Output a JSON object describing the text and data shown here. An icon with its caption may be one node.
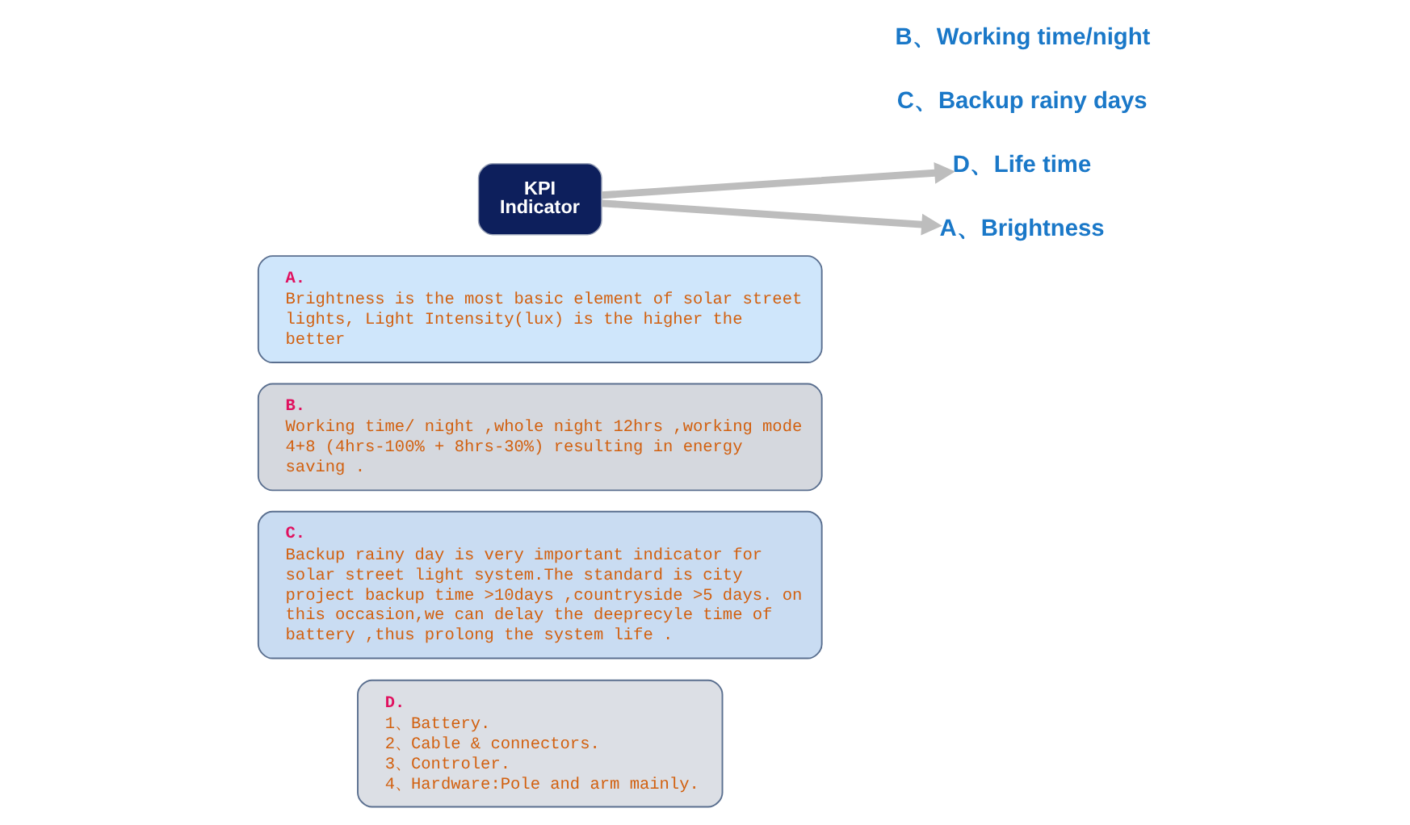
{
  "diagram": {
    "nodes": [
      {
        "text": [
          "KPI Indicator"
        ]
      },
      {
        "text": [
          "A、Brightness"
        ]
      },
      {
        "text": [
          "B、Working time/night"
        ]
      },
      {
        "text": [
          "C、Backup rainy days"
        ]
      },
      {
        "text": [
          "D、Life time"
        ]
      },
      {
        "text": [
          "A.",
          "Brightness is the most basic element of solar street lights, Light Intensity(lux) is the higher the better"
        ]
      },
      {
        "text": [
          "B.",
          "Working time/ night ,whole night 12hrs ,working mode 4+8 (4hrs-100% + 8hrs-30%) resulting in energy saving ."
        ]
      },
      {
        "text": [
          "C.",
          "Backup rainy day is very important indicator for solar street light system.The standard is city project backup time >10days ,countryside >5 days. on this occasion,we can delay the deeprecyle time of battery ,thus prolong the system life ."
        ]
      },
      {
        "text": [
          "D.",
          "1、Battery.",
          "2、Cable & connectors.",
          "3、Controler.",
          "4、Hardware:Pole and arm mainly."
        ]
      }
    ],
    "edges": [
      {
        "from": 0,
        "to": 1,
        "arrow": "to"
      },
      {
        "from": 0,
        "to": 4,
        "arrow": "to"
      }
    ]
  }
}
